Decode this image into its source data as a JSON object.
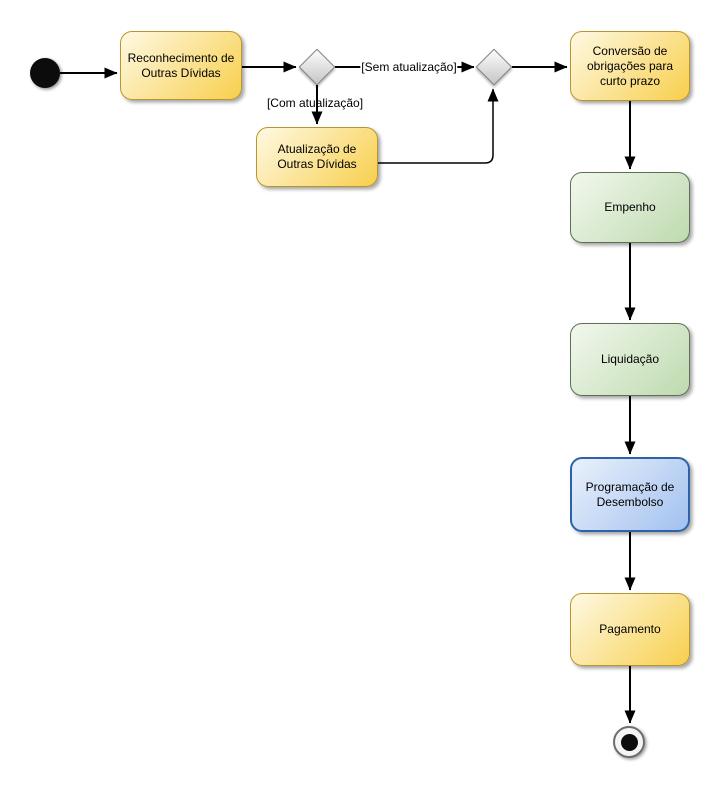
{
  "diagram": {
    "type": "activity-flowchart",
    "nodes": {
      "start": {
        "type": "initial"
      },
      "reconhecimento": {
        "label": "Reconhecimento de Outras Dívidas",
        "color": "yellow"
      },
      "decision": {
        "type": "decision"
      },
      "atualizacao": {
        "label": "Atualização de Outras Dívidas",
        "color": "yellow"
      },
      "merge": {
        "type": "merge"
      },
      "conversao": {
        "label": "Conversão de obrigações para curto prazo",
        "color": "yellow"
      },
      "empenho": {
        "label": "Empenho",
        "color": "green"
      },
      "liquidacao": {
        "label": "Liquidação",
        "color": "green"
      },
      "programacao": {
        "label": "Programação de Desembolso",
        "color": "blue"
      },
      "pagamento": {
        "label": "Pagamento",
        "color": "yellow"
      },
      "end": {
        "type": "final"
      }
    },
    "edges": [
      {
        "from": "start",
        "to": "reconhecimento",
        "label": ""
      },
      {
        "from": "reconhecimento",
        "to": "decision",
        "label": ""
      },
      {
        "from": "decision",
        "to": "merge",
        "label": "[Sem atualização]"
      },
      {
        "from": "decision",
        "to": "atualizacao",
        "label": "[Com atualização]"
      },
      {
        "from": "atualizacao",
        "to": "merge",
        "label": ""
      },
      {
        "from": "merge",
        "to": "conversao",
        "label": ""
      },
      {
        "from": "conversao",
        "to": "empenho",
        "label": ""
      },
      {
        "from": "empenho",
        "to": "liquidacao",
        "label": ""
      },
      {
        "from": "liquidacao",
        "to": "programacao",
        "label": ""
      },
      {
        "from": "programacao",
        "to": "pagamento",
        "label": ""
      },
      {
        "from": "pagamento",
        "to": "end",
        "label": ""
      }
    ],
    "palette": {
      "yellow_fill_light": "#FEF9E3",
      "yellow_fill_dark": "#F8CF4D",
      "yellow_border": "#B9952E",
      "green_fill_light": "#F2F8EE",
      "green_fill_dark": "#BEDAAE",
      "green_border": "#5D6F54",
      "blue_fill_light": "#EAF1FB",
      "blue_fill_dark": "#A2C1EF",
      "blue_border": "#2E62A8",
      "decision_fill_light": "#FCFCFC",
      "decision_fill_dark": "#C6C6C6",
      "decision_border": "#7F7F7F",
      "edge_color": "#000000"
    }
  }
}
